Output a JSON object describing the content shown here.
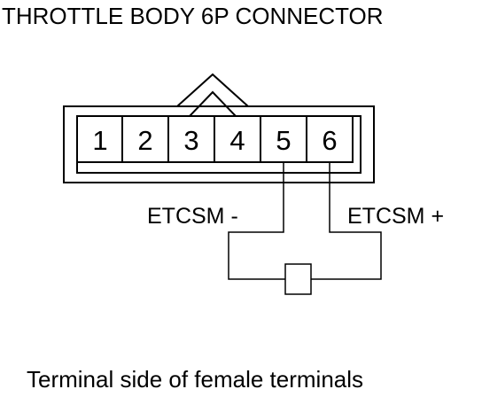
{
  "title": "THROTTLE BODY 6P CONNECTOR",
  "connector": {
    "pins": [
      {
        "number": "1"
      },
      {
        "number": "2"
      },
      {
        "number": "3"
      },
      {
        "number": "4"
      },
      {
        "number": "5"
      },
      {
        "number": "6"
      }
    ]
  },
  "wires": {
    "negative_label": "ETCSM -",
    "positive_label": "ETCSM +"
  },
  "caption": "Terminal side of female terminals"
}
